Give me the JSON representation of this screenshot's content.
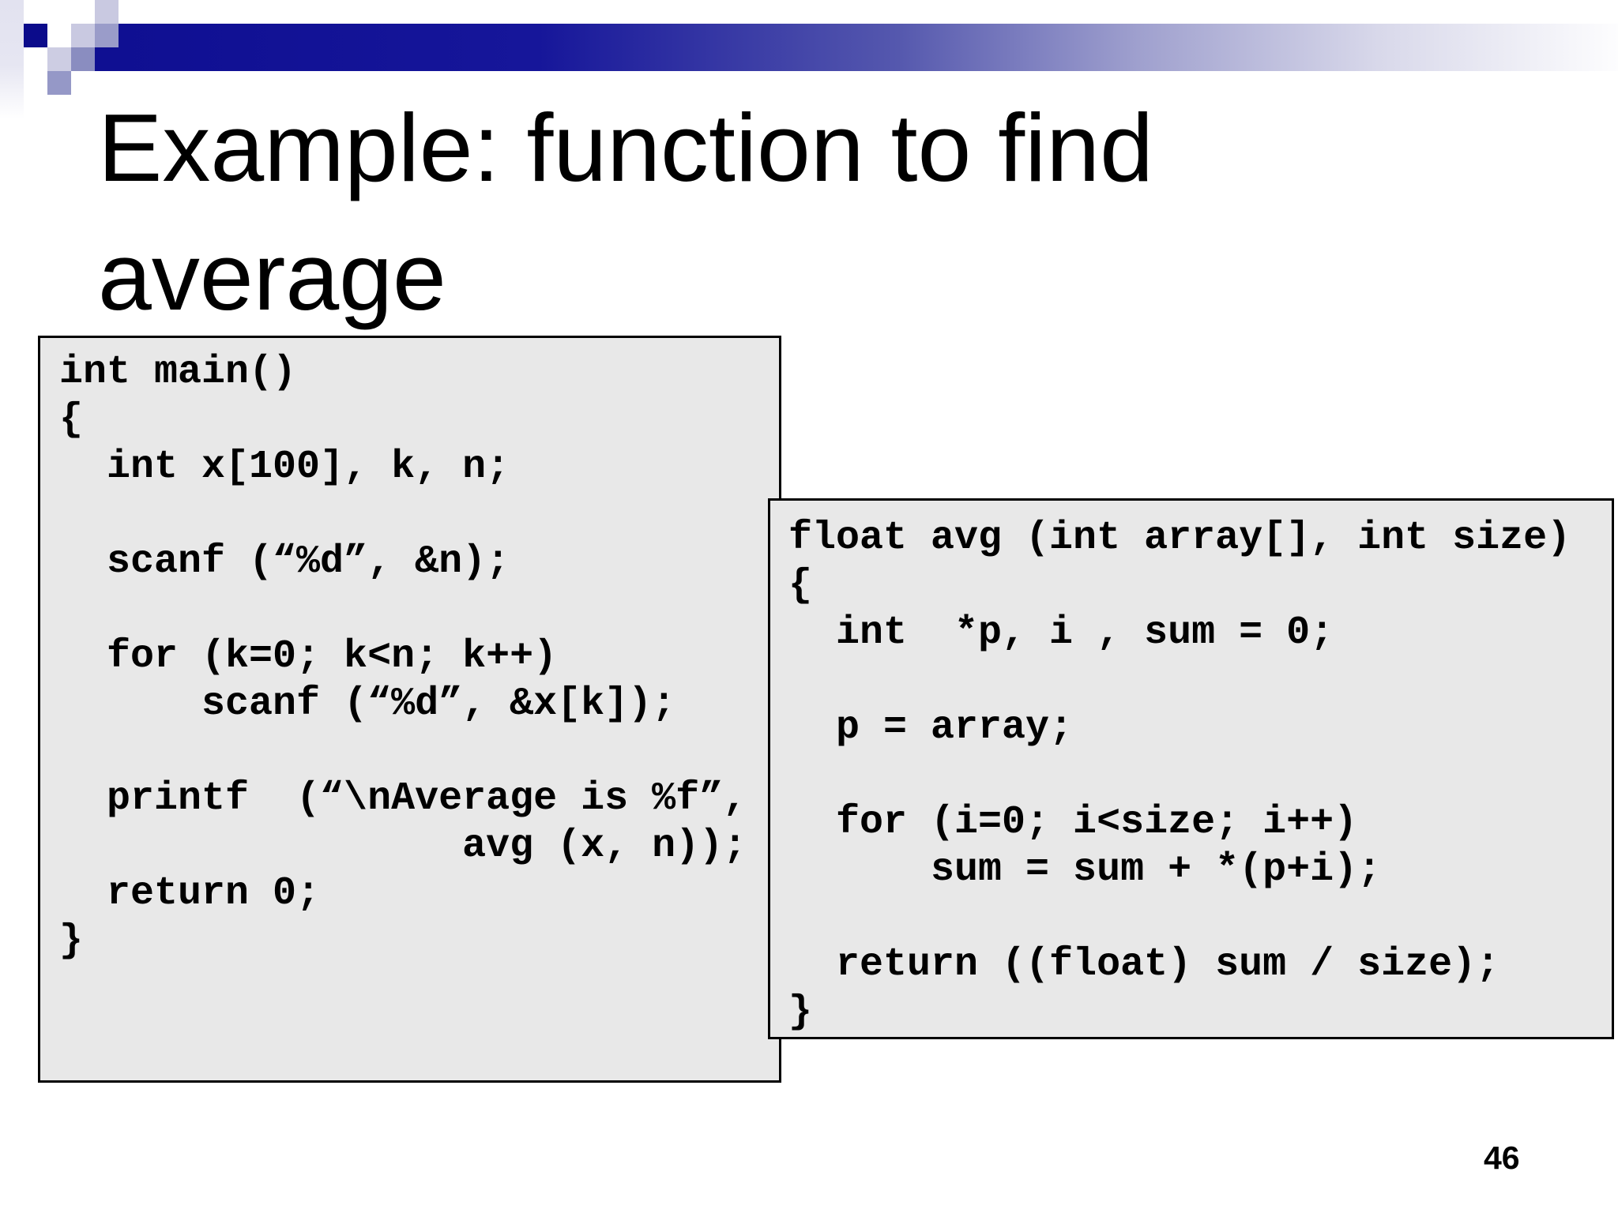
{
  "slide": {
    "title": "Example: function to find\naverage",
    "page_number": "46"
  },
  "code_boxes": {
    "main": {
      "lines": [
        "int main()",
        "{",
        "  int x[100], k, n;",
        "",
        "  scanf (“%d”, &n);",
        "",
        "  for (k=0; k<n; k++)",
        "      scanf (“%d”, &x[k]);",
        "",
        "  printf  (“\\nAverage is %f”,",
        "                 avg (x, n));",
        "  return 0;",
        "}"
      ]
    },
    "avg": {
      "lines": [
        "float avg (int array[], int size)",
        "{",
        "  int  *p, i , sum = 0;",
        "",
        "  p = array;",
        "",
        "  for (i=0; i<size; i++)",
        "      sum = sum + *(p+i);",
        "",
        "  return ((float) sum / size);",
        "}"
      ]
    }
  },
  "colors": {
    "accent_navy": "#0f0f92",
    "navy_square": "#0b0b8b",
    "lavender_light": "#c9c9e1",
    "lavender_light2": "#cdcde3",
    "lavender_medium": "#9a9cc9",
    "lavender_medium2": "#8a8dc0",
    "code_box_fill": "#e8e8e8",
    "code_box_border": "#000000",
    "title_color": "#000000"
  }
}
